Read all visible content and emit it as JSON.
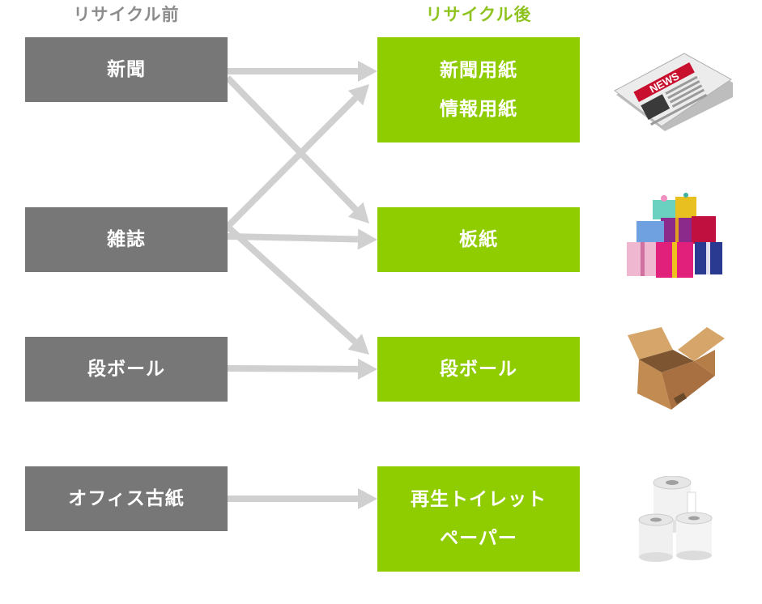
{
  "headers": {
    "before": "リサイクル前",
    "after": "リサイクル後"
  },
  "sources": [
    {
      "label": "新聞"
    },
    {
      "label": "雑誌"
    },
    {
      "label": "段ボール"
    },
    {
      "label": "オフィス古紙"
    }
  ],
  "targets": [
    {
      "lines": [
        "新聞用紙",
        "情報用紙"
      ]
    },
    {
      "lines": [
        "板紙"
      ]
    },
    {
      "lines": [
        "段ボール"
      ]
    },
    {
      "lines": [
        "再生トイレット",
        "ペーパー"
      ]
    }
  ],
  "flows": [
    {
      "from": 0,
      "to": 0
    },
    {
      "from": 0,
      "to": 1
    },
    {
      "from": 1,
      "to": 0
    },
    {
      "from": 1,
      "to": 1
    },
    {
      "from": 1,
      "to": 2
    },
    {
      "from": 2,
      "to": 2
    },
    {
      "from": 3,
      "to": 3
    }
  ],
  "illustrations": [
    {
      "icon": "newspaper-icon",
      "text": "NEWS"
    },
    {
      "icon": "gift-boxes-icon"
    },
    {
      "icon": "cardboard-box-icon"
    },
    {
      "icon": "toilet-paper-icon"
    }
  ],
  "colors": {
    "source_box": "#777777",
    "target_box": "#8fcc00",
    "header_before": "#8c8c8c",
    "header_after": "#8fc31f",
    "arrow": "#d0d0d0"
  }
}
